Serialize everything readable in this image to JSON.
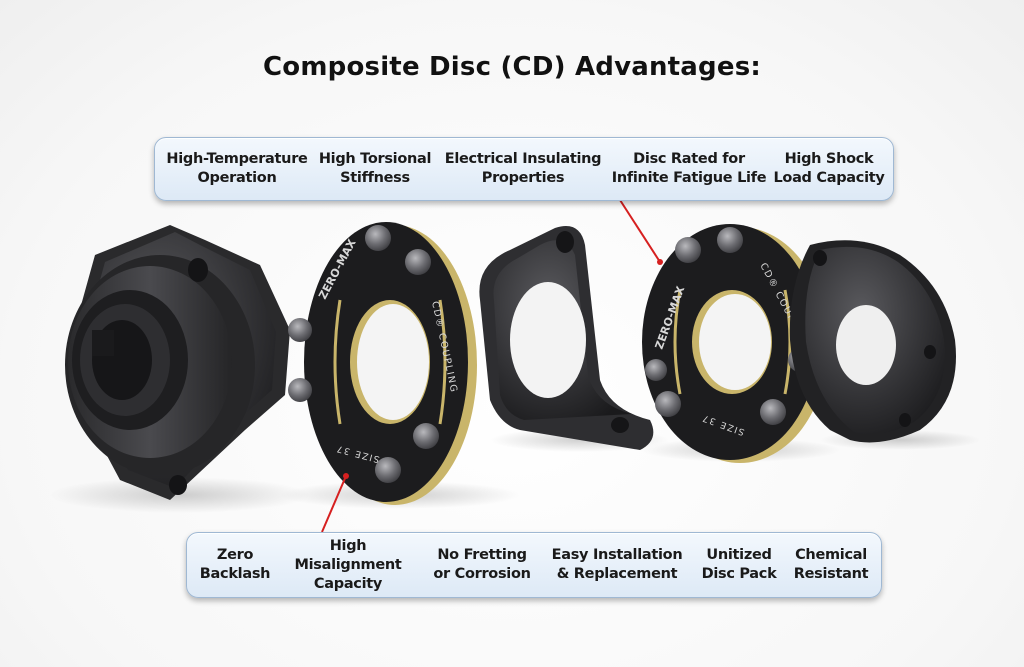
{
  "title": "Composite Disc (CD) Advantages:",
  "top_advantages": [
    "High-Temperature\nOperation",
    "High Torsional\nStiffness",
    "Electrical Insulating\nProperties",
    "Disc Rated for\nInfinite Fatigue Life",
    "High Shock\nLoad Capacity"
  ],
  "bottom_advantages": [
    "Zero\nBacklash",
    "High Misalignment\nCapacity",
    "No Fretting\nor Corrosion",
    "Easy Installation\n& Replacement",
    "Unitized\nDisc Pack",
    "Chemical\nResistant"
  ],
  "disc_brand": "ZERO-MAX",
  "disc_product": "CD® COUPLING",
  "disc_size": "SIZE 37",
  "colors": {
    "banner_fill": "#e3edf8",
    "banner_border": "#9fb8d3",
    "pointer_line": "#d62020",
    "metal_dark": "#2b2b2d",
    "disc_black": "#1c1c1e",
    "disc_edge_gold": "#c9b56a"
  }
}
